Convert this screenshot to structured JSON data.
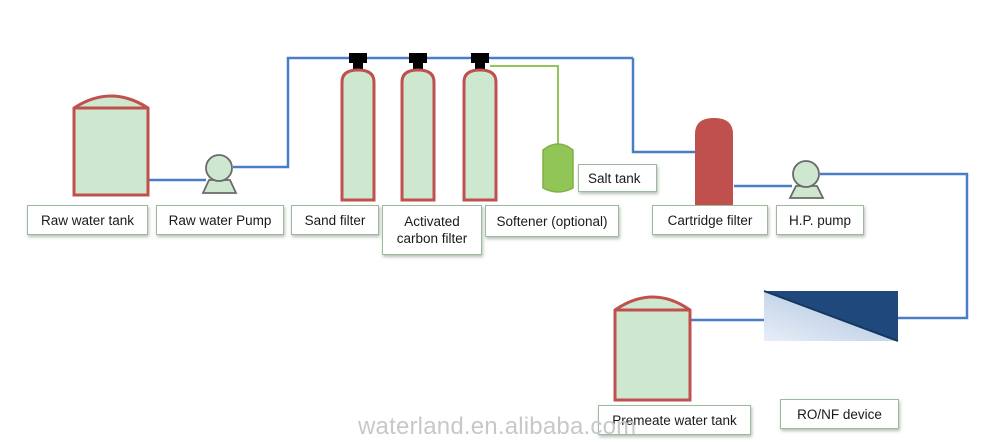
{
  "labels": {
    "raw_water_tank": "Raw water tank",
    "raw_water_pump": "Raw water Pump",
    "sand_filter": "Sand filter",
    "activated_carbon_filter_line1": "Activated",
    "activated_carbon_filter_line2": "carbon filter",
    "softener": "Softener (optional)",
    "salt_tank": "Salt tank",
    "cartridge_filter": "Cartridge filter",
    "hp_pump": "H.P. pump",
    "premeate_water_tank": "Premeate water tank",
    "ro_nf_device": "RO/NF device"
  },
  "watermark": "waterland.en.alibaba.com",
  "colors": {
    "pipe": "#4a7cc8",
    "vessel_fill": "#cde8cf",
    "vessel_outline": "#c0504d",
    "cartridge_fill": "#c0504d",
    "salt_tank_fill": "#92c558",
    "salt_tank_line": "#92c558",
    "valve_head": "#000000",
    "ro_membrane_dark": "#1f497d",
    "ro_membrane_light": "#dce6f2"
  },
  "icons": [
    "tank-icon",
    "pump-icon",
    "filter-column-icon",
    "valve-icon",
    "salt-tank-icon",
    "cartridge-filter-icon",
    "ro-membrane-icon"
  ]
}
